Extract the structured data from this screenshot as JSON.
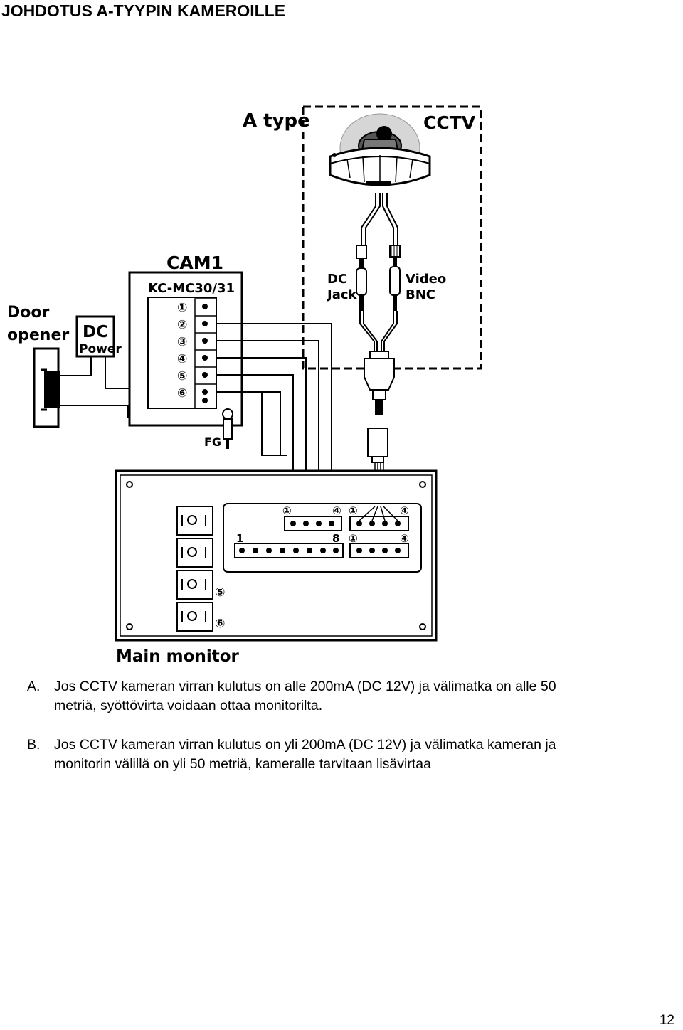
{
  "page": {
    "title": "JOHDOTUS A-TYYPIN KAMEROILLE",
    "page_number": "12"
  },
  "diagram": {
    "a_type_label": "A type",
    "cctv_label": "CCTV",
    "dc_jack_label": [
      "DC",
      "Jack"
    ],
    "video_bnc_label": [
      "Video",
      "BNC"
    ],
    "cam_label": "CAM1",
    "cam_model": "KC-MC30/31",
    "door_opener_label": [
      "Door",
      "opener"
    ],
    "dc_power_label": [
      "DC",
      "Power"
    ],
    "fg_label": "FG",
    "main_monitor_label": "Main monitor",
    "terminal_numbers": [
      "①",
      "②",
      "③",
      "④",
      "⑤",
      "⑥"
    ],
    "monitor_markers": {
      "one": "①",
      "four": "④",
      "five": "⑤",
      "six": "⑥",
      "block_start": "1",
      "block_end": "8"
    }
  },
  "paragraphs": [
    {
      "marker": "A.",
      "lines": [
        "Jos CCTV kameran virran kulutus on alle 200mA (DC 12V) ja välimatka on alle 50",
        "metriä, syöttövirta voidaan ottaa monitorilta."
      ]
    },
    {
      "marker": "B.",
      "lines": [
        "Jos CCTV kameran virran kulutus on yli 200mA (DC 12V) ja välimatka kameran ja",
        "monitorin välillä on yli 50 metriä, kameralle tarvitaan lisävirtaa"
      ]
    }
  ]
}
